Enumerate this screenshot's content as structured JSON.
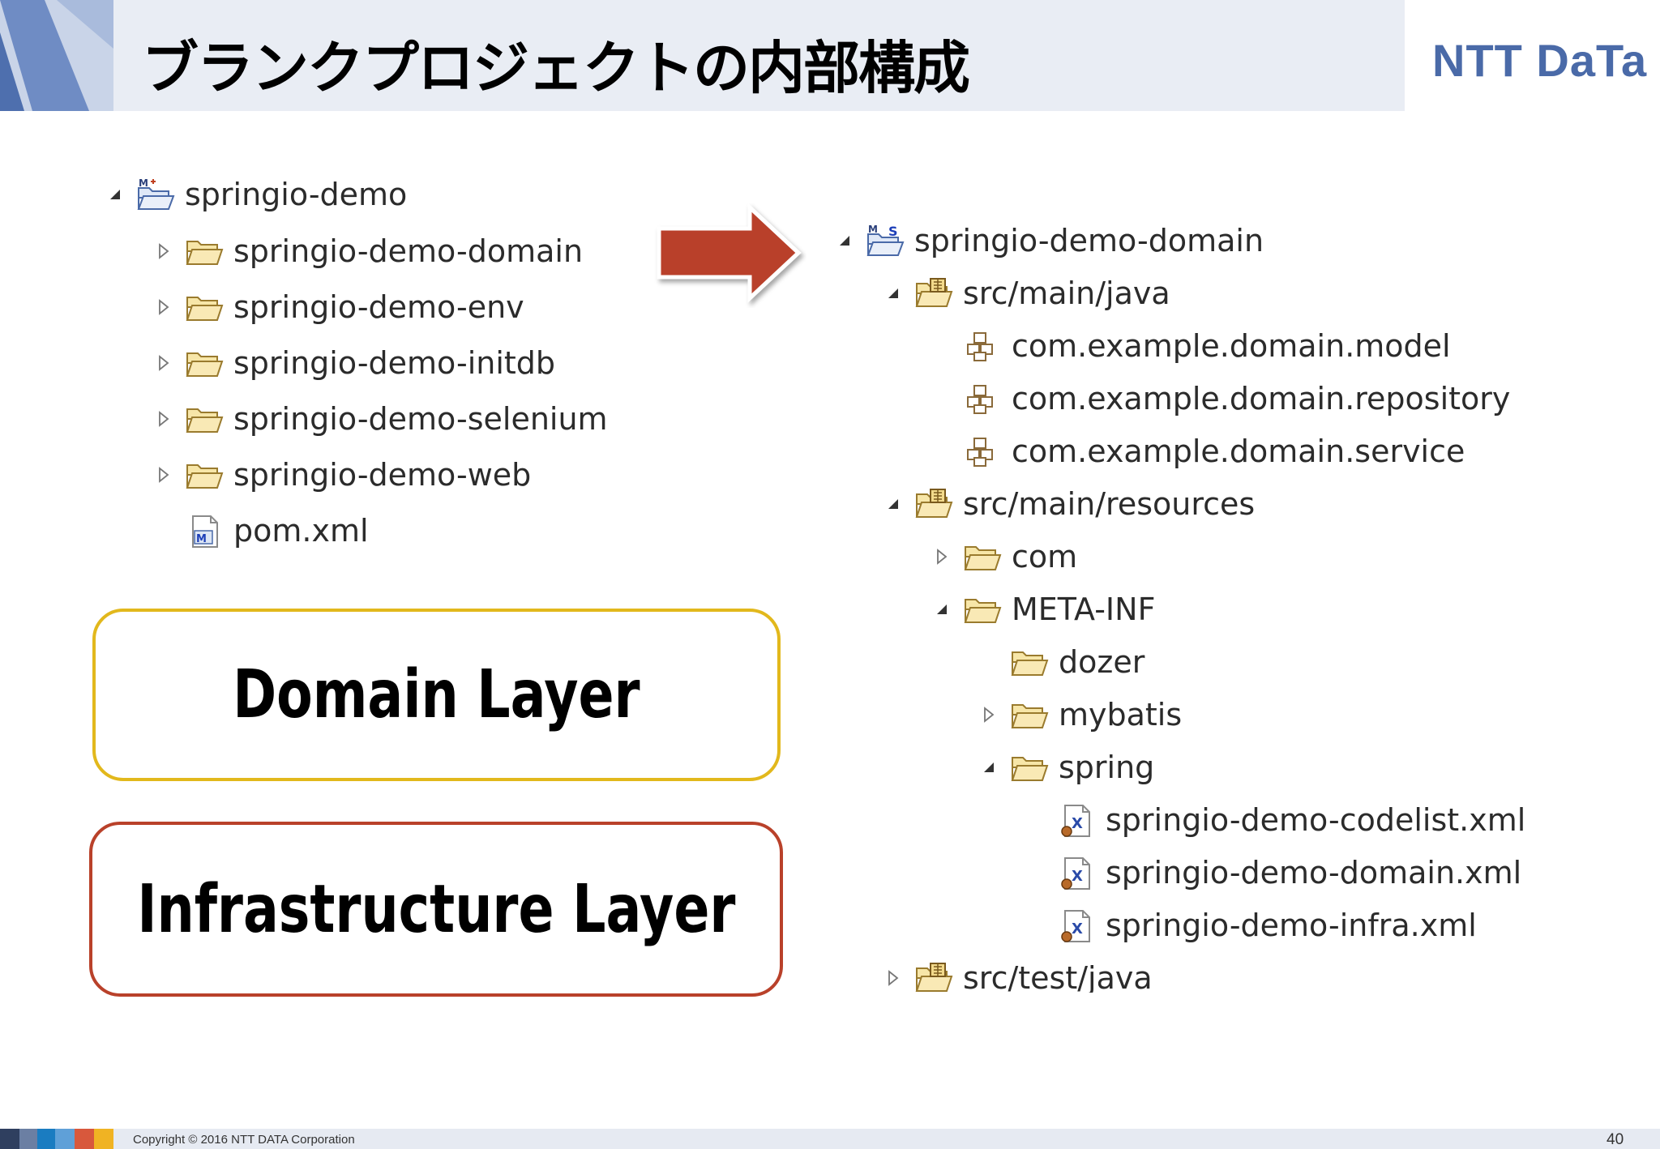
{
  "header": {
    "title": "ブランクプロジェクトの内部構成",
    "logo": "NTT DaTa"
  },
  "left_tree": [
    {
      "label": "springio-demo",
      "expander": "expanded",
      "icon": "maven-project-icon"
    },
    {
      "label": "springio-demo-domain",
      "expander": "collapsed",
      "icon": "folder-icon"
    },
    {
      "label": "springio-demo-env",
      "expander": "collapsed",
      "icon": "folder-icon"
    },
    {
      "label": "springio-demo-initdb",
      "expander": "collapsed",
      "icon": "folder-icon"
    },
    {
      "label": "springio-demo-selenium",
      "expander": "collapsed",
      "icon": "folder-icon"
    },
    {
      "label": "springio-demo-web",
      "expander": "collapsed",
      "icon": "folder-icon"
    },
    {
      "label": "pom.xml",
      "expander": "none",
      "icon": "maven-pom-icon"
    }
  ],
  "layers": {
    "domain": "Domain Layer",
    "infrastructure": "Infrastructure Layer"
  },
  "right_tree": [
    {
      "label": "springio-demo-domain",
      "expander": "expanded",
      "icon": "maven-spring-project-icon"
    },
    {
      "label": "src/main/java",
      "expander": "expanded",
      "icon": "source-folder-icon"
    },
    {
      "label": "com.example.domain.model",
      "expander": "none",
      "icon": "package-icon"
    },
    {
      "label": "com.example.domain.repository",
      "expander": "none",
      "icon": "package-icon"
    },
    {
      "label": "com.example.domain.service",
      "expander": "none",
      "icon": "package-icon"
    },
    {
      "label": "src/main/resources",
      "expander": "expanded",
      "icon": "source-folder-icon"
    },
    {
      "label": "com",
      "expander": "collapsed",
      "icon": "folder-icon"
    },
    {
      "label": "META-INF",
      "expander": "expanded",
      "icon": "folder-icon"
    },
    {
      "label": "dozer",
      "expander": "none",
      "icon": "folder-icon"
    },
    {
      "label": "mybatis",
      "expander": "collapsed",
      "icon": "folder-icon"
    },
    {
      "label": "spring",
      "expander": "expanded",
      "icon": "folder-icon"
    },
    {
      "label": "springio-demo-codelist.xml",
      "expander": "none",
      "icon": "spring-xml-icon"
    },
    {
      "label": "springio-demo-domain.xml",
      "expander": "none",
      "icon": "spring-xml-icon"
    },
    {
      "label": "springio-demo-infra.xml",
      "expander": "none",
      "icon": "spring-xml-icon"
    },
    {
      "label": "src/test/java",
      "expander": "collapsed",
      "icon": "source-folder-icon"
    }
  ],
  "footer": {
    "copyright": "Copyright © 2016 NTT DATA Corporation",
    "page": "40"
  },
  "colors": {
    "arrow": "#b9412a",
    "domain_border": "#e2b81c",
    "infra_border": "#b9412a",
    "logo": "#4a6aa8"
  }
}
